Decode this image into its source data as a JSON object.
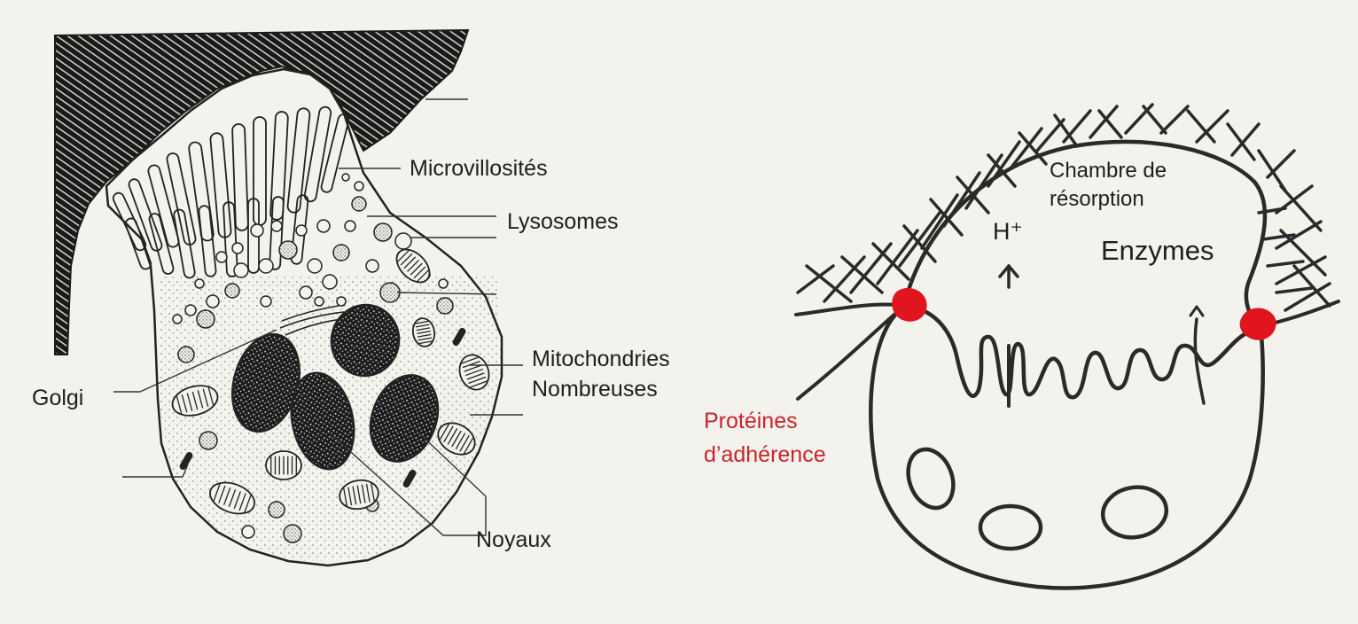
{
  "left_diagram": {
    "labels": {
      "microvilli": "Microvillosités",
      "lysosomes": "Lysosomes",
      "mitochondria_line1": "Mitochondries",
      "mitochondria_line2": "Nombreuses",
      "golgi": "Golgi",
      "nuclei": "Noyaux"
    }
  },
  "right_diagram": {
    "labels": {
      "chamber_line1": "Chambre de",
      "chamber_line2": "résorption",
      "proton": "H⁺",
      "enzymes": "Enzymes",
      "adhesion_line1": "Protéines",
      "adhesion_line2": "d’adhérence"
    }
  },
  "colors": {
    "ink": "#1e1e1e",
    "background": "#f4f2ec",
    "adhesion_red": "#e0151d",
    "label_red": "#c7252b"
  }
}
